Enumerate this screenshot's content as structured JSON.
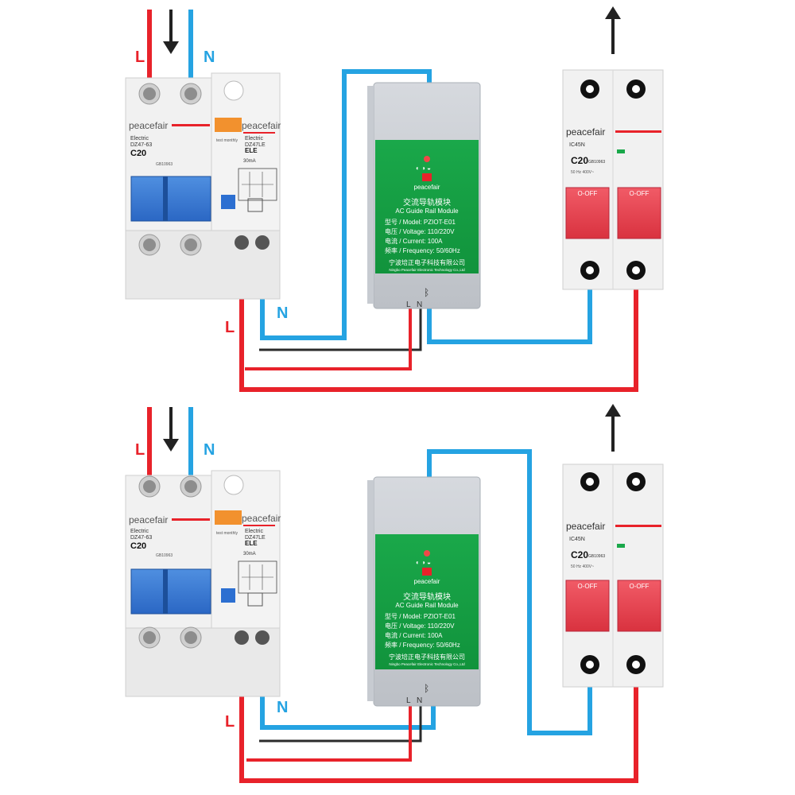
{
  "wire_colors": {
    "live": "#e8222a",
    "neutral": "#25a3e2",
    "signal": "#2b2b2b"
  },
  "wire_labels": {
    "live": "L",
    "neutral": "N"
  },
  "rcd_breaker": {
    "brand": "peacefair",
    "left_pole": {
      "type": "Electric",
      "model": "DZ47-63",
      "rating": "C20",
      "standard": "GB10963"
    },
    "right_pole": {
      "type": "Electric",
      "model": "DZ47LE",
      "model2": "ELE",
      "trip": "30mA",
      "test_note": "test monthly"
    }
  },
  "module": {
    "brand": "peacefair",
    "title_cn": "交流导轨模块",
    "title_en": "AC Guide Rail Module",
    "model": "型号 / Model: PZIOT-E01",
    "voltage": "电压 / Voltage: 110/220V",
    "current": "电流 / Current: 100A",
    "frequency": "频率 / Frequency: 50/60Hz",
    "maker_cn": "宁波培正电子科技有限公司",
    "maker_en": "Ningbo Peacefair Electronic Technology Co.,Ltd",
    "terminal_l": "L",
    "terminal_n": "N",
    "bluetooth_icon": "bluetooth-icon"
  },
  "output_breaker": {
    "brand": "peacefair",
    "model": "IC45N",
    "rating": "C20",
    "standard": "GB10963",
    "switch_label": "O-OFF",
    "spec": "50 Hz 400V~"
  },
  "diagrams": [
    {
      "variant": "neutral-through-module"
    },
    {
      "variant": "neutral-around-module"
    }
  ]
}
